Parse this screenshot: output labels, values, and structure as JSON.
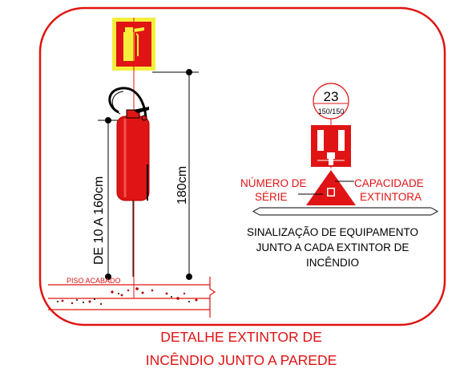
{
  "dimensions": {
    "wall_height_range": "DE 10 A 160cm",
    "sign_height": "180cm"
  },
  "floor": {
    "label": "PISO ACABADO"
  },
  "signage_detail": {
    "circle_number": "23",
    "circle_capacity": "150/150",
    "serial_label_line1": "NÚMERO DE",
    "serial_label_line2": "SÉRIE",
    "capacity_label_line1": "CAPACIDADE",
    "capacity_label_line2": "EXTINTORA",
    "caption_line1": "SINALIZAÇÃO DE EQUIPAMENTO",
    "caption_line2": "JUNTO A CADA EXTINTOR DE",
    "caption_line3": "INCÊNDIO"
  },
  "title": {
    "line1": "DETALHE EXTINTOR DE",
    "line2": "INCÊNDIO JUNTO A PAREDE"
  },
  "colors": {
    "red": "#e01414",
    "dark_red": "#b10000",
    "yellow": "#f5ef3c",
    "black": "#000000"
  }
}
